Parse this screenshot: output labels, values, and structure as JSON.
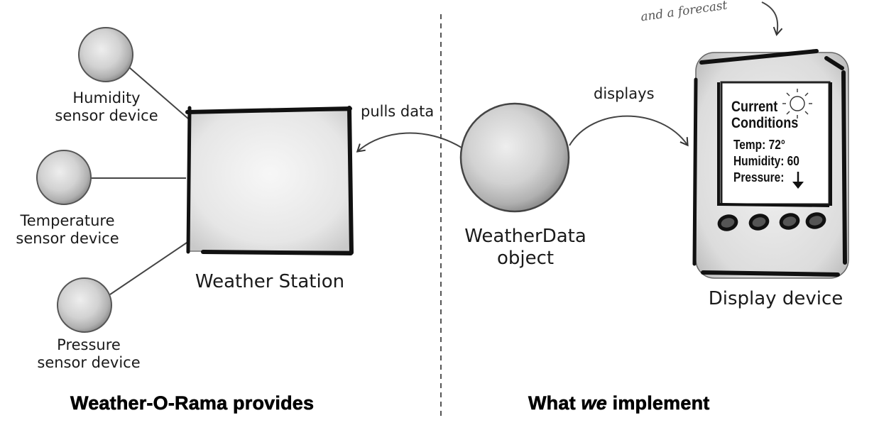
{
  "annotation": "and a forecast",
  "sensors": [
    {
      "line1": "Humidity",
      "line2": "sensor device"
    },
    {
      "line1": "Temperature",
      "line2": "sensor device"
    },
    {
      "line1": "Pressure",
      "line2": "sensor device"
    }
  ],
  "weather_station": {
    "label": "Weather Station"
  },
  "weather_data": {
    "line1": "WeatherData",
    "line2": "object"
  },
  "display_device": {
    "label": "Display device",
    "screen": {
      "title_line1": "Current",
      "title_line2": "Conditions",
      "temp": "Temp: 72°",
      "humidity": "Humidity: 60",
      "pressure": "Pressure:"
    }
  },
  "connections": {
    "pulls": "pulls data",
    "displays": "displays"
  },
  "footer": {
    "left": "Weather-O-Rama provides",
    "right_prefix": "What ",
    "right_emphasis": "we",
    "right_suffix": " implement"
  }
}
